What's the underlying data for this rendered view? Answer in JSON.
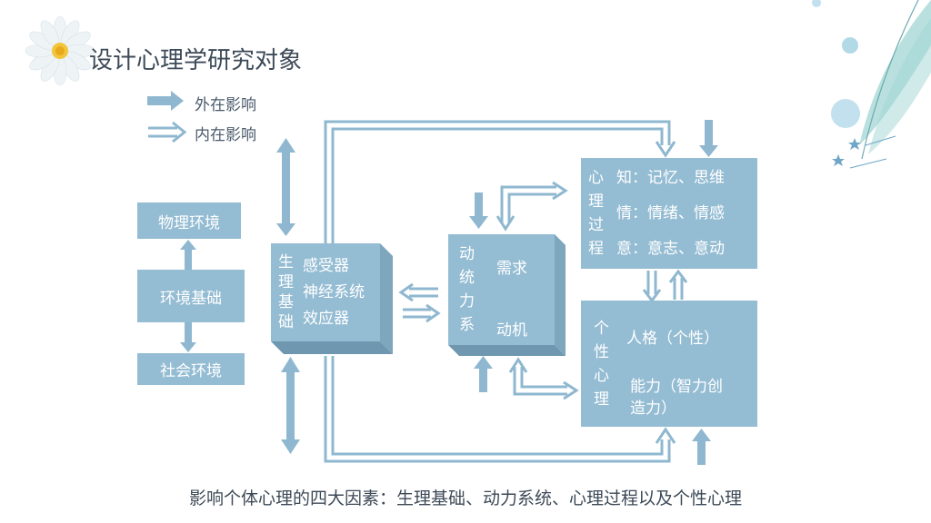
{
  "title": "设计心理学研究对象",
  "legend": {
    "external": "外在影响",
    "internal": "内在影响"
  },
  "env": {
    "physical": "物理环境",
    "base": "环境基础",
    "social": "社会环境"
  },
  "physio": {
    "title_chars": [
      "生",
      "理",
      "基",
      "础"
    ],
    "items": [
      "感受器",
      "神经系统",
      "效应器"
    ]
  },
  "motive": {
    "title_chars": [
      "动",
      "统",
      "力",
      "系"
    ],
    "need": "需求",
    "motive": "动机"
  },
  "process": {
    "title_chars": [
      "心",
      "理",
      "过",
      "程"
    ],
    "items": [
      "知：记忆、思维",
      "情：情绪、情感",
      "意：意志、意动"
    ]
  },
  "personality": {
    "title_chars": [
      "个",
      "性",
      "心",
      "理"
    ],
    "item1": "人格（个性）",
    "item2_line1": "能力（智力创",
    "item2_line2": "造力）"
  },
  "footer": "影响个体心理的四大因素：生理基础、动力系统、心理过程以及个性心理",
  "colors": {
    "box": "#94bcd3",
    "arrow": "#8fb8d0",
    "title": "#3d4a57"
  }
}
